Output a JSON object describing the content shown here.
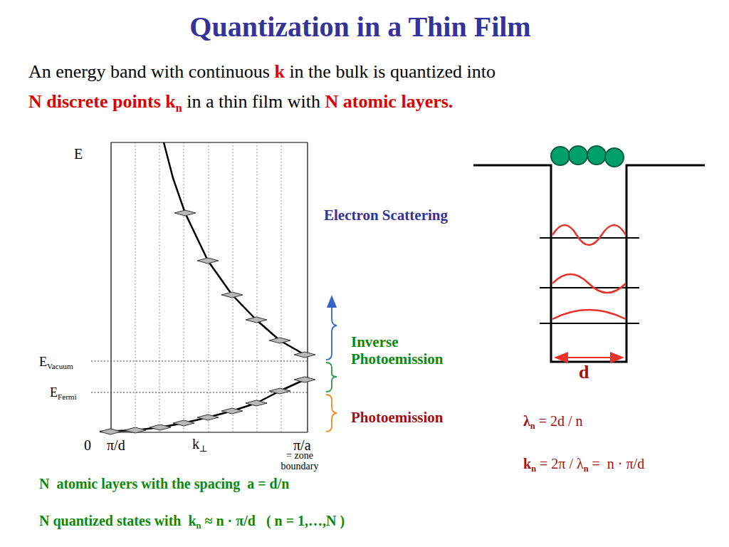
{
  "diagram": {
    "title": "Quantization in a Thin Film",
    "labels": [
      "An energy band with continuous",
      "k",
      "in the bulk is quantized into",
      "N discrete points k",
      "n",
      "in a thin film with",
      "N atomic layers.",
      "E",
      "E",
      "Vacuum",
      "E",
      "Fermi",
      "0",
      "π/d",
      "k",
      "⊥",
      "π/a",
      "= zone boundary",
      "Electron Scattering",
      "Inverse Photoemission",
      "Photoemission",
      "d",
      "λ",
      "n",
      "= 2d / n",
      "k",
      "n",
      "= 2π / λ",
      "n",
      "=  n · π/d",
      "N  atomic layers with the spacing  a = d/n",
      "N quantized states with  k",
      "n",
      "≈ n · π/d   ( n = 1,…,N )"
    ]
  }
}
